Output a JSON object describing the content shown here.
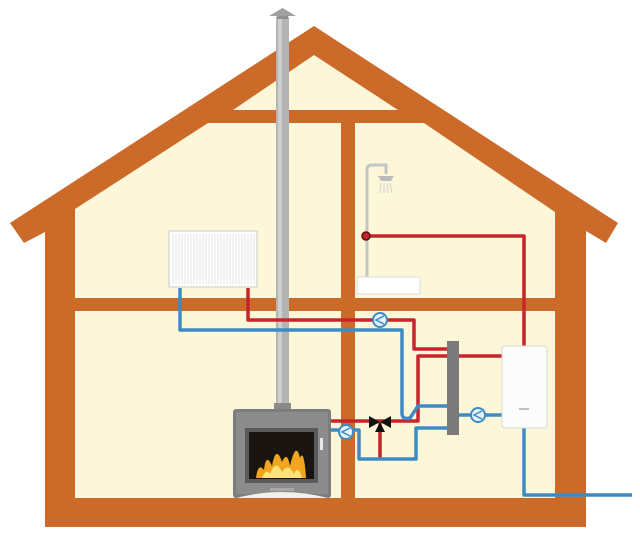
{
  "diagram": {
    "type": "house heating system schematic",
    "components": [
      "house-frame",
      "chimney",
      "wood-stove",
      "radiator",
      "shower",
      "heat-exchanger",
      "boiler",
      "circulation-pump",
      "mixing-valve"
    ],
    "colors": {
      "frame": "#cc6a2a",
      "interior": "#fdf7d9",
      "hot_pipe": "#c8242c",
      "cold_pipe": "#3d8bc4",
      "chimney": "#b4b4b4",
      "stove": "#7d7d7d",
      "exchanger": "#7a7a7a",
      "boiler": "#fbfbfb"
    }
  }
}
